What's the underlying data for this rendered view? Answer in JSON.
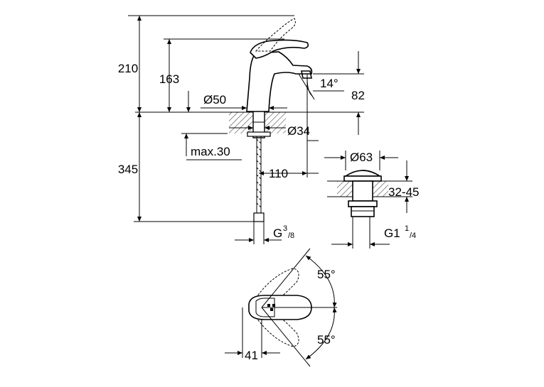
{
  "dimensions": {
    "height_total": "210",
    "height_spout": "163",
    "spout_angle": "14°",
    "spout_height": "82",
    "base_diameter": "Ø50",
    "shank_diameter": "Ø34",
    "max_thickness": "max.30",
    "below_height": "345",
    "reach": "110",
    "connection_thread": "G",
    "connection_sup": "3",
    "connection_sub": "/8",
    "waste_diameter": "Ø63",
    "waste_range": "32-45",
    "waste_thread": "G1",
    "waste_sup": "1",
    "waste_sub": "/4",
    "lever_angle_top": "55°",
    "lever_angle_bottom": "55°",
    "lever_offset": "41"
  }
}
